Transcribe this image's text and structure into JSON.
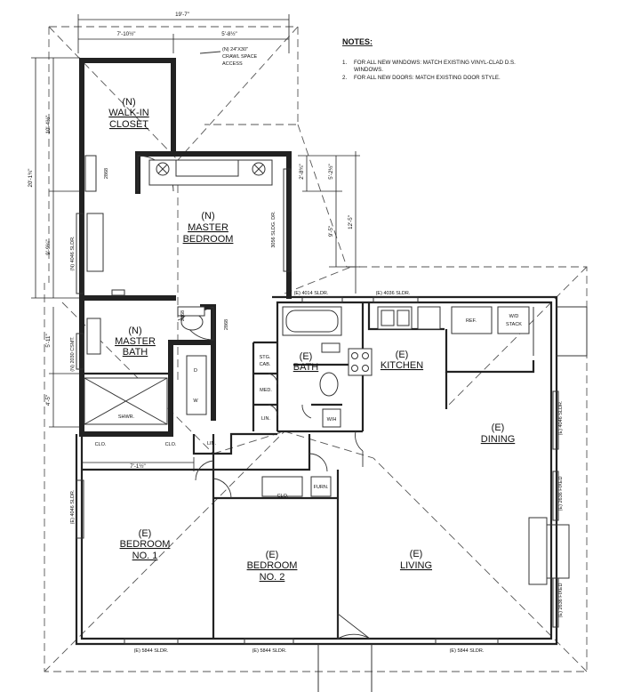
{
  "notes": {
    "title": "NOTES:",
    "items": [
      {
        "num": "1.",
        "line1": "FOR ALL NEW WINDOWS: MATCH EXISTING VINYL-CLAD D.S.",
        "line2": "WINDOWS."
      },
      {
        "num": "2.",
        "line1": "FOR ALL NEW DOORS: MATCH EXISTING DOOR STYLE.",
        "line2": ""
      }
    ]
  },
  "dimensions": {
    "overall_top": "19'-7\"",
    "closet_width": "7'-10½\"",
    "top_right": "5'-8½\"",
    "left_overall": "20'-1¾\"",
    "left_closet": "10'-4½\"",
    "left_bedroom": "9'-9¼\"",
    "left_bath": "5'-11\"",
    "left_shower": "4'-5\"",
    "right_a": "2'-8¾\"",
    "right_b": "5'-2½\"",
    "right_c": "9'-5\"",
    "right_d": "12'-5\"",
    "clo_width": "7'-1½\""
  },
  "rooms": [
    {
      "tag": "(N)",
      "line1": "WALK-IN",
      "line2": "CLOSET"
    },
    {
      "tag": "(N)",
      "line1": "MASTER",
      "line2": "BEDROOM"
    },
    {
      "tag": "(N)",
      "line1": "MASTER",
      "line2": "BATH"
    },
    {
      "tag": "(E)",
      "line1": "BATH",
      "line2": ""
    },
    {
      "tag": "(E)",
      "line1": "KITCHEN",
      "line2": ""
    },
    {
      "tag": "(E)",
      "line1": "DINING",
      "line2": ""
    },
    {
      "tag": "(E)",
      "line1": "BEDROOM",
      "line2": "NO. 1"
    },
    {
      "tag": "(E)",
      "line1": "BEDROOM",
      "line2": "NO. 2"
    },
    {
      "tag": "(E)",
      "line1": "LIVING",
      "line2": ""
    }
  ],
  "labels": {
    "crawl_access": [
      "(N) 24\"X30\"",
      "CRAWL SPACE",
      "ACCESS"
    ],
    "win_left_bed": "(N) 4046 SLDR.",
    "win_right_bed": "3056 SLDG. DR.",
    "win_bath": "(N) 2030 CSMT.",
    "win_e_bath": "(E) 4014 SLDR.",
    "win_kitchen": "(E) 4036 SLDR.",
    "win_dining": "(E) 4046 SLDR.",
    "win_fixed_1": "(E) 2636 FIXED",
    "win_fixed_2": "(E) 2636 FIXED",
    "win_bed1_side": "(E) 4046 SLDR.",
    "win_bed1_bottom": "(E) 5844 SLDR.",
    "win_bed2_bottom": "(E) 5844 SLDR.",
    "win_living_bottom": "(E) 5844 SLDR.",
    "door_2868_a": "2868",
    "door_2868_b": "2868",
    "door_2868_c": "2868",
    "shwr": "SHWR.",
    "clo1": "CLO.",
    "clo2": "CLO.",
    "clo3": "CLO.",
    "lin1": "LIN.",
    "lin2": "LIN.",
    "stg": [
      "STG.",
      "CAB."
    ],
    "med": "MED.",
    "wh": "W/H",
    "furn": "FURN.",
    "ref": "REF.",
    "wd": [
      "W/D",
      "STACK"
    ],
    "d": "D",
    "w": "W"
  }
}
